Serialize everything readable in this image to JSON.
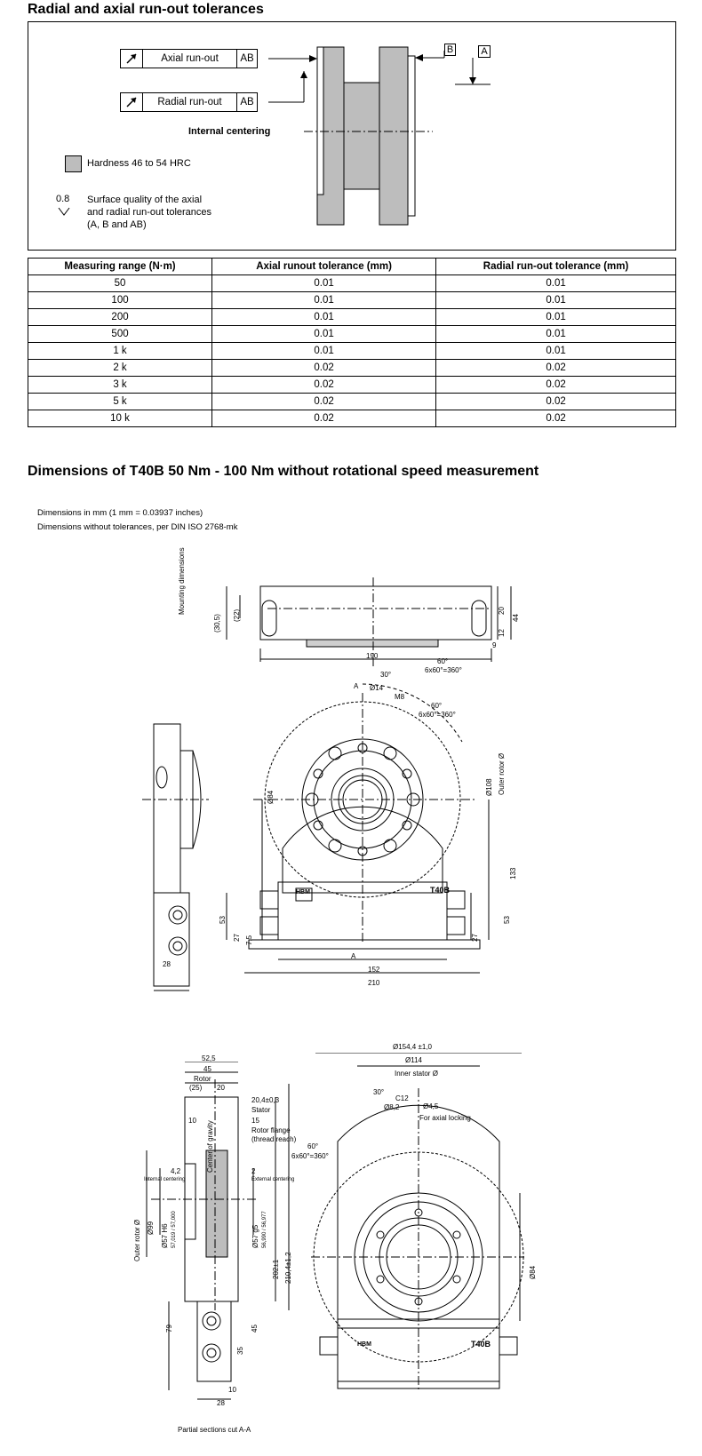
{
  "section1": {
    "title": "Radial and axial run-out tolerances",
    "axial_label": "Axial run-out",
    "axial_ref": "AB",
    "radial_label": "Radial run-out",
    "radial_ref": "AB",
    "datum_b": "B",
    "datum_a": "A",
    "internal_centering": "Internal centering",
    "hardness": "Hardness 46 to 54 HRC",
    "surface_value": "0.8",
    "surface_line1": "Surface quality of the axial",
    "surface_line2": "and radial run-out tolerances",
    "surface_line3": "(A, B and AB)"
  },
  "table": {
    "headers": [
      "Measuring range (N·m)",
      "Axial runout tolerance (mm)",
      "Radial run-out tolerance (mm)"
    ],
    "rows": [
      [
        "50",
        "0.01",
        "0.01"
      ],
      [
        "100",
        "0.01",
        "0.01"
      ],
      [
        "200",
        "0.01",
        "0.01"
      ],
      [
        "500",
        "0.01",
        "0.01"
      ],
      [
        "1 k",
        "0.01",
        "0.01"
      ],
      [
        "2 k",
        "0.02",
        "0.02"
      ],
      [
        "3 k",
        "0.02",
        "0.02"
      ],
      [
        "5 k",
        "0.02",
        "0.02"
      ],
      [
        "10 k",
        "0.02",
        "0.02"
      ]
    ]
  },
  "section2": {
    "title": "Dimensions of T40B 50 Nm - 100 Nm without rotational speed measurement",
    "note1": "Dimensions in mm (1 mm = 0.03937 inches)",
    "note2": "Dimensions without tolerances, per DIN ISO 2768-mk"
  },
  "drawing_top": {
    "mounting": "Mounting dimensions",
    "d30_5": "(30,5)",
    "d22": "(22)",
    "d190": "190",
    "d20": "20",
    "d44": "44",
    "d12": "12",
    "d9": "9"
  },
  "drawing_front": {
    "angle30": "30°",
    "angle60a": "60°",
    "angle60a_sub": "6x60°=360°",
    "angle60b": "60°",
    "angle60b_sub": "6x60°=360°",
    "d14": "Ø14",
    "m8": "M8",
    "d84": "Ø84",
    "d108": "Ø108",
    "outer_rotor": "Outer rotor Ø",
    "d133": "133",
    "d53l": "53",
    "d27l": "27",
    "d7_5": "7,5",
    "d27r": "27",
    "d53r": "53",
    "d152": "152",
    "d210": "210",
    "d28": "28",
    "sec_a": "A",
    "brand": "T40B",
    "logo": "HBM"
  },
  "drawing_side": {
    "d52_5": "52,5",
    "d45": "45",
    "d25": "(25)",
    "d20": "20",
    "rotor": "Rotor",
    "d20_4": "20,4±0,3",
    "stator": "Stator",
    "d15": "15",
    "d10": "10",
    "cog": "Center of gravity",
    "rotor_flange": "Rotor flange",
    "thread_reach": "(thread reach)",
    "d4_2": "4,2",
    "internal": "Internal centering",
    "d2": "2",
    "external": "External centering",
    "outer_rotor": "Outer rotor Ø",
    "d99": "Ø99",
    "d57h6": "Ø57 H6",
    "tol1": "57,019 / 57,000",
    "d57g5": "Ø57 g5",
    "tol2": "56,990 / 56,977",
    "d202": "202±1",
    "d210_4": "210,4±1,2",
    "d79": "79",
    "d35": "35",
    "d45b": "45",
    "d10b": "10",
    "d28": "28",
    "caption": "Partial sections cut A-A"
  },
  "drawing_rear": {
    "d154": "Ø154,4 ±1,0",
    "d114": "Ø114",
    "inner_stator": "Inner stator Ø",
    "angle30": "30°",
    "c12": "C12",
    "d4_5": "Ø4,5",
    "d8_2": "Ø8,2",
    "axial_lock": "For axial locking",
    "angle60": "60°",
    "angle60_sub": "6x60°=360°",
    "d84": "Ø84",
    "brand": "T40B",
    "logo": "HBM"
  }
}
